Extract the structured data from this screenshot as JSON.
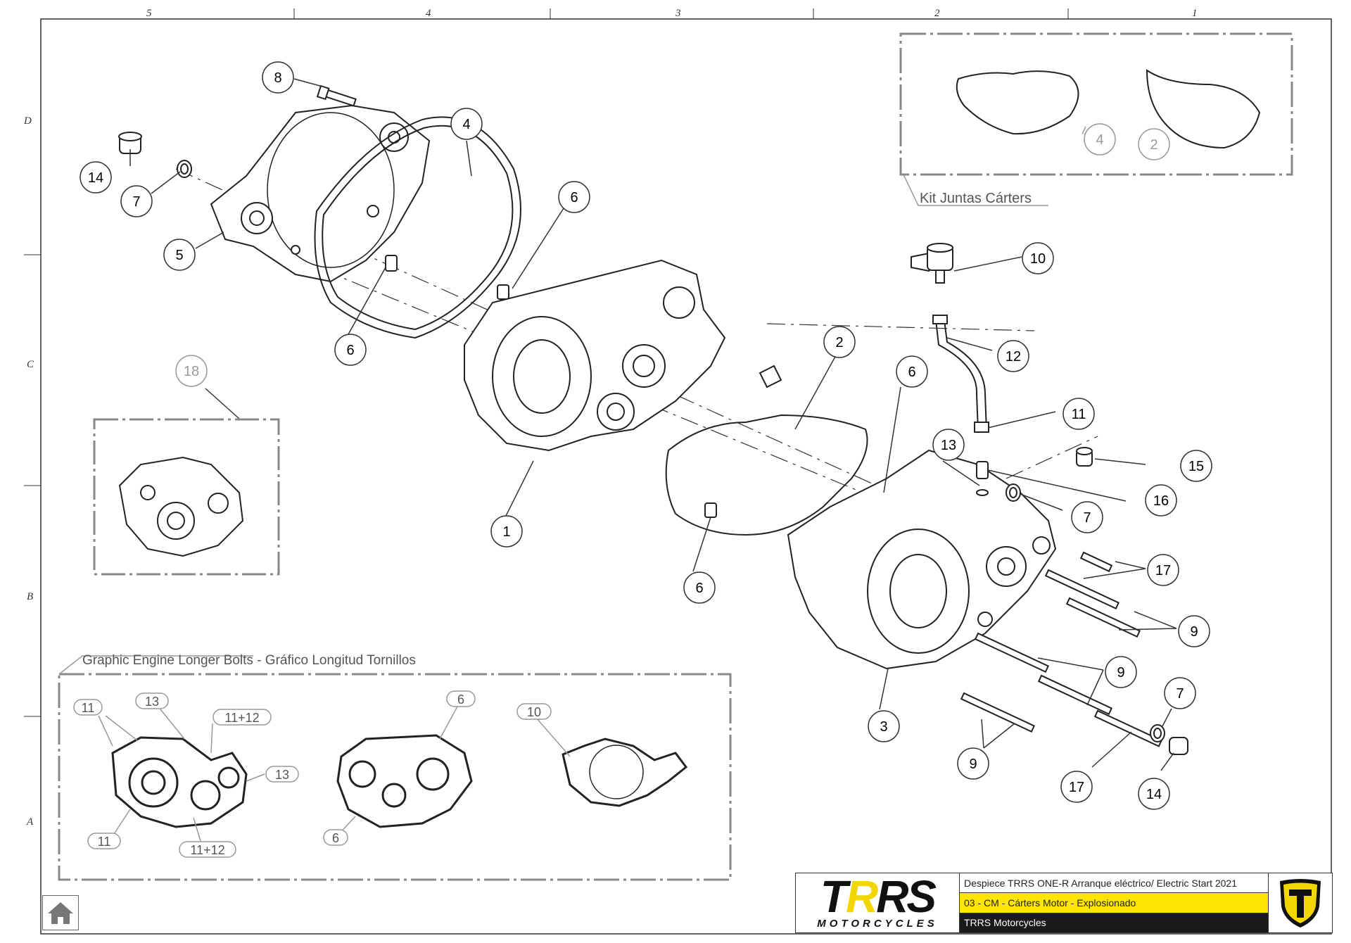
{
  "grid": {
    "columns": [
      "5",
      "4",
      "3",
      "2",
      "1"
    ],
    "rows": [
      "D",
      "C",
      "B",
      "A"
    ]
  },
  "callouts": {
    "c8": "8",
    "c14a": "14",
    "c7a": "7",
    "c5": "5",
    "c4": "4",
    "c6a": "6",
    "c6b": "6",
    "c1": "1",
    "c2": "2",
    "c6c": "6",
    "c6d": "6",
    "c10": "10",
    "c12": "12",
    "c11": "11",
    "c13": "13",
    "c15": "15",
    "c16": "16",
    "c7b": "7",
    "c17a": "17",
    "c9a": "9",
    "c9b": "9",
    "c9c": "9",
    "c17b": "17",
    "c7c": "7",
    "c14b": "14",
    "c3": "3",
    "c18": "18"
  },
  "kit": {
    "label": "Kit Juntas Cárters",
    "c4": "4",
    "c2": "2"
  },
  "bolts_panel": {
    "label": "Graphic Engine Longer Bolts - Gráfico Longitud Tornillos",
    "tags": {
      "t11a": "11",
      "t13a": "13",
      "t1112a": "11+12",
      "t13b": "13",
      "t11b": "11",
      "t1112b": "11+12",
      "t6a": "6",
      "t6b": "6",
      "t10": "10"
    }
  },
  "title_block": {
    "brand_part1": "T",
    "brand_part2": "R",
    "brand_part3": "S",
    "brand_sub": "MOTORCYCLES",
    "title": "Despiece TRRS ONE-R  Arranque eléctrico/ Electric Start 2021",
    "subtitle": "03 - CM - Cárters Motor - Explosionado",
    "company": "TRRS Motorcycles"
  },
  "colors": {
    "line": "#333333",
    "grey_callout": "#999999",
    "accent_yellow": "#ffe600",
    "emblem_yellow": "#f2d600"
  },
  "icons": {
    "home": "home-icon",
    "emblem": "trrs-shield-icon"
  }
}
